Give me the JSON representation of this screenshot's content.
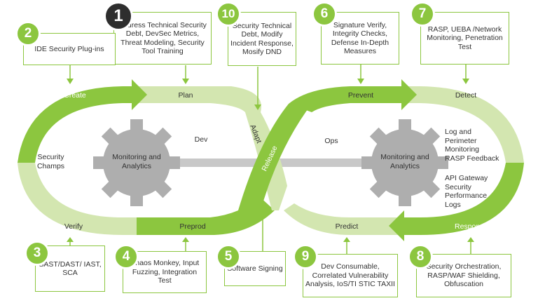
{
  "boxes": {
    "b1": "Address Technical Security Debt, DevSec Metrics, Threat Modeling, Security Tool Training",
    "b2": "IDE Security Plug-ins",
    "b3": "SAST/DAST/ IAST, SCA",
    "b4": "Chaos Monkey, Input Fuzzing, Integration Test",
    "b5": "Software Signing",
    "b6": "Signature Verify, Integrity Checks, Defense In-Depth Measures",
    "b7": "RASP, UEBA /Network Monitoring, Penetration Test",
    "b8": "Security Orchestration, RASP/WAF Shielding, Obfuscation",
    "b9": "Dev Consumable, Correlated Vulnerability Analysis, IoS/TI STIC TAXII",
    "b10": "Security Technical Debt, Modify Incident Response, Mosify DND"
  },
  "numbers": {
    "n1": "1",
    "n2": "2",
    "n3": "3",
    "n4": "4",
    "n5": "5",
    "n6": "6",
    "n7": "7",
    "n8": "8",
    "n9": "9",
    "n10": "10"
  },
  "segments": {
    "create": "Create",
    "plan": "Plan",
    "verify": "Verify",
    "preprod": "Preprod",
    "adapt": "Adapt",
    "release": "Release",
    "prevent": "Prevent",
    "detect": "Detect",
    "predict": "Predict",
    "respond": "Respond"
  },
  "labels": {
    "dev": "Dev",
    "ops": "Ops",
    "security_champs": "Security Champs",
    "monitoring_left": "Monitoring and Analytics",
    "monitoring_right": "Monitoring and Analytics",
    "log_perimeter": "Log and Perimeter Monitoring RASP Feedback",
    "api_gateway": "API Gateway Security Performance Logs"
  },
  "colors": {
    "dark_green": "#8cc63f",
    "light_green": "#d3e6b0",
    "gear": "#aeaeae",
    "bar": "#c8c8c8"
  }
}
